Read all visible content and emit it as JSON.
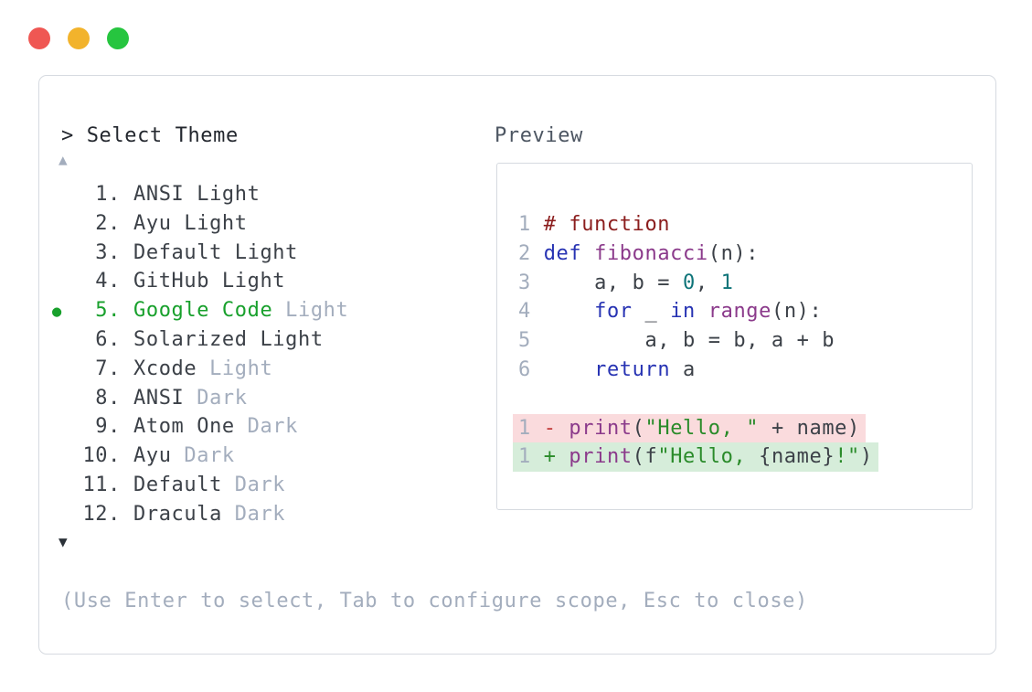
{
  "window": {
    "controls": [
      {
        "name": "close",
        "color": "#ef5753"
      },
      {
        "name": "minimize",
        "color": "#f2b32c"
      },
      {
        "name": "maximize",
        "color": "#26c53f"
      }
    ]
  },
  "panel": {
    "prompt": "> Select Theme",
    "scroll_up_glyph": "▲",
    "scroll_down_glyph": "▼"
  },
  "theme_list": {
    "selected_bullet": "●",
    "items": [
      {
        "number": "1.",
        "name": "ANSI Light",
        "suffix": "",
        "selected": false
      },
      {
        "number": "2.",
        "name": "Ayu Light",
        "suffix": "",
        "selected": false
      },
      {
        "number": "3.",
        "name": "Default Light",
        "suffix": "",
        "selected": false
      },
      {
        "number": "4.",
        "name": "GitHub Light",
        "suffix": "",
        "selected": false
      },
      {
        "number": "5.",
        "name": "Google Code",
        "suffix": "Light",
        "selected": true
      },
      {
        "number": "6.",
        "name": "Solarized Light",
        "suffix": "",
        "selected": false
      },
      {
        "number": "7.",
        "name": "Xcode",
        "suffix": "Light",
        "selected": false
      },
      {
        "number": "8.",
        "name": "ANSI",
        "suffix": "Dark",
        "selected": false
      },
      {
        "number": "9.",
        "name": "Atom One",
        "suffix": "Dark",
        "selected": false
      },
      {
        "number": "10.",
        "name": "Ayu",
        "suffix": "Dark",
        "selected": false
      },
      {
        "number": "11.",
        "name": "Default",
        "suffix": "Dark",
        "selected": false
      },
      {
        "number": "12.",
        "name": "Dracula",
        "suffix": "Dark",
        "selected": false
      }
    ]
  },
  "preview": {
    "label": "Preview",
    "code_lines": [
      {
        "num": "1",
        "segments": [
          [
            "# function",
            "comment"
          ]
        ]
      },
      {
        "num": "2",
        "segments": [
          [
            "def",
            "keyword"
          ],
          [
            " ",
            "plain"
          ],
          [
            "fibonacci",
            "func"
          ],
          [
            "(n):",
            "plain"
          ]
        ]
      },
      {
        "num": "3",
        "segments": [
          [
            "    a, b = ",
            "plain"
          ],
          [
            "0",
            "number"
          ],
          [
            ", ",
            "plain"
          ],
          [
            "1",
            "number"
          ]
        ]
      },
      {
        "num": "4",
        "segments": [
          [
            "    ",
            "plain"
          ],
          [
            "for",
            "keyword"
          ],
          [
            " _ ",
            "plain"
          ],
          [
            "in",
            "keyword"
          ],
          [
            " ",
            "plain"
          ],
          [
            "range",
            "func"
          ],
          [
            "(n):",
            "plain"
          ]
        ]
      },
      {
        "num": "5",
        "segments": [
          [
            "        a, b = b, a + b",
            "plain"
          ]
        ]
      },
      {
        "num": "6",
        "segments": [
          [
            "    ",
            "plain"
          ],
          [
            "return",
            "keyword"
          ],
          [
            " a",
            "plain"
          ]
        ]
      }
    ],
    "diff_lines": [
      {
        "num": "1",
        "kind": "removed",
        "segments": [
          [
            "- ",
            "removed-marker"
          ],
          [
            "print",
            "func"
          ],
          [
            "(",
            "plain"
          ],
          [
            "\"Hello, \"",
            "string"
          ],
          [
            " + name)",
            "plain"
          ]
        ]
      },
      {
        "num": "1",
        "kind": "added",
        "segments": [
          [
            "+ ",
            "added-marker"
          ],
          [
            "print",
            "func"
          ],
          [
            "(f",
            "plain"
          ],
          [
            "\"Hello, ",
            "string"
          ],
          [
            "{name}",
            "plain"
          ],
          [
            "!\"",
            "string"
          ],
          [
            ")",
            "plain"
          ]
        ]
      }
    ]
  },
  "footer": {
    "hint": "(Use Enter to select, Tab to configure scope, Esc to close)"
  },
  "colors": {
    "border": "#d6dae0",
    "text-header": "#23272e",
    "text-dark": "#3c4148",
    "label": "#4d5662",
    "muted": "#a3adbd",
    "arrow-dark": "#2b3138",
    "green-sel": "#18a02c",
    "kw": "#2733b3",
    "fn": "#8b3a8b",
    "cm": "#8b1d1d",
    "num": "#0e7479",
    "str": "#2a8b2a",
    "minus": "#c23b3b",
    "plus": "#2a8b2a",
    "bg-removed": "#fadbdd",
    "bg-added": "#d6edda"
  }
}
